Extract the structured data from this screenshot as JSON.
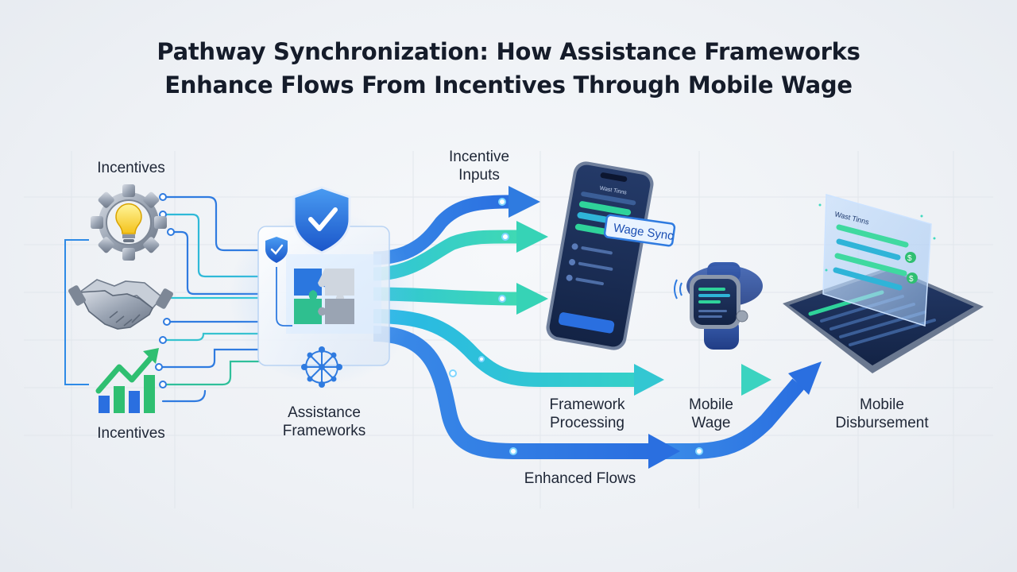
{
  "title": {
    "line1": "Pathway Synchronization: How Assistance Frameworks",
    "line2": "Enhance Flows From Incentives Through Mobile Wage"
  },
  "labels": {
    "incentives_top": "Incentives",
    "incentives_bottom": "Incentives",
    "assistance_frameworks": [
      "Assistance",
      "Frameworks"
    ],
    "incentive_inputs": [
      "Incentive",
      "Inputs"
    ],
    "framework_processing": [
      "Framework",
      "Processing"
    ],
    "mobile_wage": [
      "Mobile",
      "Wage"
    ],
    "mobile_disbursement": [
      "Mobile",
      "Disbursement"
    ],
    "enhanced_flows": "Enhanced Flows"
  },
  "device_text": {
    "phone_header": "Wast Tinns",
    "wage_sync_tag": "Wage Sync",
    "tablet_header": "Wast Tinns",
    "currency_symbol": "$"
  },
  "icons": [
    "gear-lightbulb-icon",
    "handshake-icon",
    "growth-chart-icon",
    "shield-check-icon",
    "puzzle-icon",
    "network-icon",
    "smartphone-icon",
    "smartwatch-icon",
    "tablet-icon"
  ],
  "colors": {
    "blue": "#2f7be0",
    "cyan": "#2ec7d6",
    "teal": "#36d3b6",
    "green": "#2fbf71",
    "navy": "#1e3a6e",
    "title": "#151c2a"
  }
}
